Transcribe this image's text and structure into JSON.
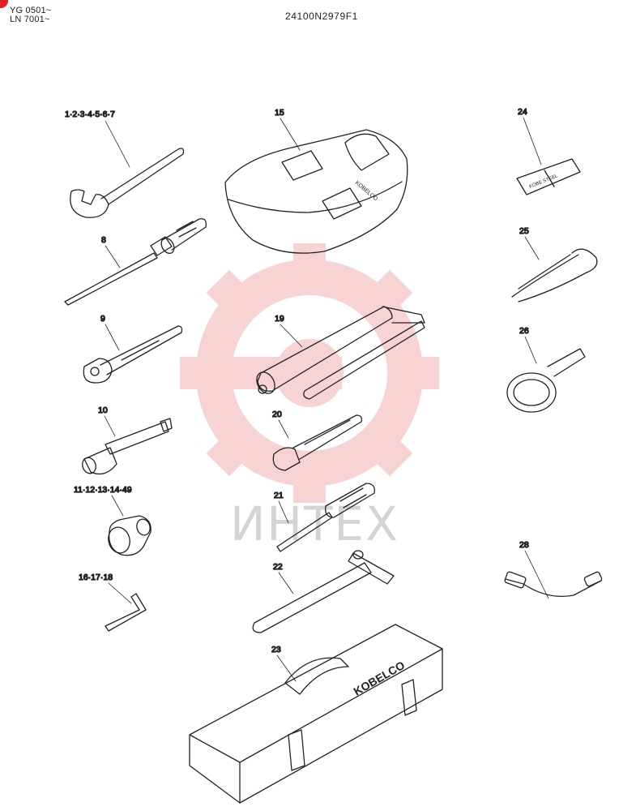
{
  "header": {
    "serial_line_1": "YG 0501~",
    "serial_line_2": "LN 7001~",
    "drawing_number": "24100N2979F1"
  },
  "watermark": {
    "text": "ИНТЕХ",
    "gear_color": "#f4b6b6",
    "text_color": "#d4d4d4"
  },
  "corner_mark": {
    "color": "#e0202a"
  },
  "callouts": {
    "c1_7": "1·2·3·4·5·6·7",
    "c8": "8",
    "c9": "9",
    "c10": "10",
    "c11_49": "11·12·13·14·49",
    "c16_18": "16·17·18",
    "c15": "15",
    "c19": "19",
    "c20": "20",
    "c21": "21",
    "c22": "22",
    "c23": "23",
    "c24": "24",
    "c25": "25",
    "c26": "26",
    "c28": "28"
  },
  "part_marks": {
    "bag_brand": "KOBELCO",
    "case_brand": "KOBELCO",
    "sheath_brand": "KOBE STEEL"
  }
}
